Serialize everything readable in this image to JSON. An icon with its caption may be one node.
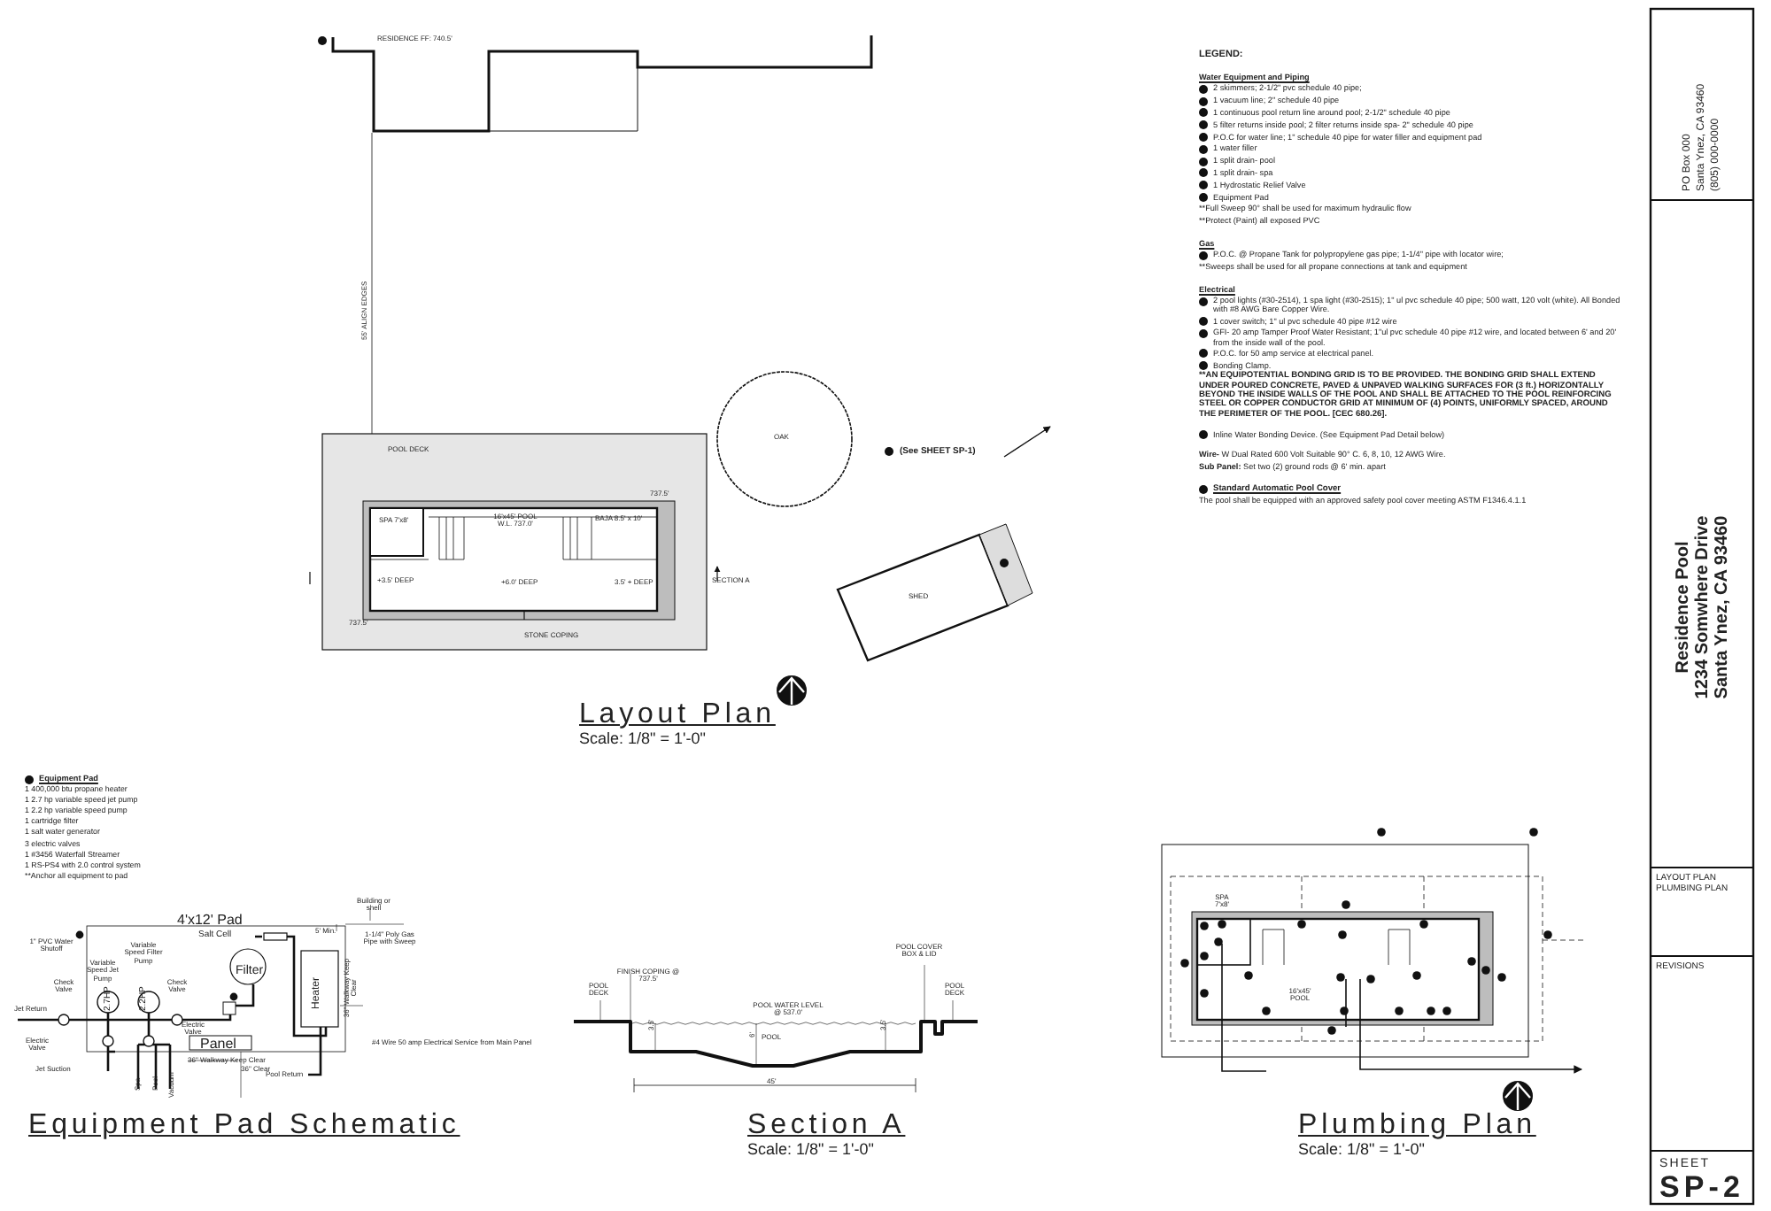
{
  "diagram": {
    "labels": [
      "RESIDENCE FF: 740.5'",
      "55' ALIGN EDGES",
      "POOL DECK",
      "SPA 7'x8'",
      "16'x45' POOL W.L. 737.0'",
      "BAJA 8.5' x 10'",
      "+3.5' DEEP",
      "+6.0' DEEP",
      "3.5' + DEEP",
      "737.5'",
      "737.5'",
      "STONE COPING",
      "SECTION A",
      "OAK",
      "(See SHEET SP-1)",
      "SHED",
      "Layout Plan",
      "Scale: 1/8\" = 1'-0\"",
      "Equipment Pad",
      "1 400,000 btu propane heater",
      "1 2.7 hp variable speed jet pump",
      "1 2.2 hp variable speed pump",
      "1 cartridge filter",
      "1 salt water generator",
      "3 electric valves",
      "1 #3456 Waterfall Streamer",
      "1 RS-PS4 with 2.0 control system",
      "**Anchor all equipment to pad",
      "4'x12' Pad",
      "Building or shell",
      "1\" PVC Water Shutoff",
      "Salt Cell",
      "1-1/4\" Poly Gas Pipe with Sweep",
      "Variable Speed Filter Pump",
      "5' Min.",
      "Filter",
      "Variable Speed Jet Pump",
      "Check Valve",
      "Check Valve",
      "2.7HP",
      "2.2HP",
      "Heater",
      "36\" Walkway Keep Clear",
      "Jet Return",
      "Electric Valve",
      "Electric Valve",
      "Panel",
      "#4 Wire 50 amp Electrical Service from Main Panel",
      "Jet Suction",
      "36\" Walkway Keep Clear",
      "36\" Clear",
      "Pool Return",
      "Spa",
      "Pool",
      "Vacuum",
      "Equipment Pad Schematic",
      "POOL DECK",
      "FINISH COPING @ 737.5'",
      "POOL WATER LEVEL @ 537.0'",
      "POOL COVER BOX & LID",
      "POOL DECK",
      "3.5'",
      "6'",
      "POOL",
      "3.5'",
      "45'",
      "Section A",
      "Scale: 1/8\" = 1'-0\"",
      "SPA 7'x8'",
      "16'x45' POOL",
      "Plumbing Plan",
      "Scale: 1/8\" = 1'-0\"",
      "LEGEND:",
      "Water Equipment and Piping",
      "2 skimmers; 2-1/2\" pvc schedule 40 pipe;",
      "1 vacuum line; 2\" schedule 40 pipe",
      "1 continuous pool return line around pool; 2-1/2\" schedule 40 pipe",
      "5 filter returns inside pool; 2 filter returns inside spa- 2\" schedule 40 pipe",
      "P.O.C for water line; 1\" schedule 40 pipe for water filler and equipment pad",
      "1 water filler",
      "1 split drain- pool",
      "1 split drain- spa",
      "1 Hydrostatic Relief Valve",
      "Equipment Pad",
      "**Full Sweep 90° shall be used for maximum hydraulic flow",
      "**Protect (Paint) all exposed PVC",
      "Gas",
      "P.O.C. @ Propane Tank for polypropylene gas pipe; 1-1/4\" pipe with locator wire;",
      "**Sweeps shall be used for all propane connections at tank and equipment",
      "Electrical",
      "2 pool lights (#30-2514), 1 spa light (#30-2515); 1\" ul pvc schedule 40 pipe; 500 watt, 120 volt (white). All Bonded with #8 AWG Bare Copper Wire.",
      "1 cover switch; 1\" ul pvc schedule 40 pipe #12 wire",
      "GFI- 20 amp Tamper Proof Water Resistant; 1\"ul pvc schedule 40 pipe #12 wire, and located between 6' and 20' from the inside wall of the pool.",
      "P.O.C. for 50 amp service at electrical panel.",
      "Bonding Clamp.",
      "**AN EQUIPOTENTIAL BONDING GRID IS TO BE PROVIDED. THE BONDING GRID SHALL EXTEND UNDER POURED CONCRETE, PAVED & UNPAVED WALKING SURFACES FOR (3 ft.) HORIZONTALLY BEYOND THE INSIDE WALLS OF THE POOL AND SHALL BE ATTACHED TO THE POOL REINFORCING STEEL OR COPPER CONDUCTOR GRID AT MINIMUM OF (4) POINTS, UNIFORMLY SPACED, AROUND THE PERIMETER OF THE POOL. [CEC 680.26].",
      "Inline Water Bonding Device. (See Equipment Pad Detail below)",
      "**Wire-** W Dual Rated 600 Volt Suitable 90° C. 6, 8, 10, 12 AWG Wire.",
      "**Sub Panel:** Set two (2) ground rods @ 6' min. apart",
      "Standard Automatic Pool Cover",
      "The pool shall be equipped with an approved safety pool cover meeting ASTM F1346.4.1.1",
      "PO Box 000",
      "Santa Ynez, CA 93460",
      "(805) 000-0000",
      "Residence Pool",
      "1234 Somwhere Drive",
      "Santa Ynez, CA 93460",
      "LAYOUT PLAN PLUMBING PLAN",
      "REVISIONS",
      "SHEET",
      "SP-2"
    ]
  }
}
